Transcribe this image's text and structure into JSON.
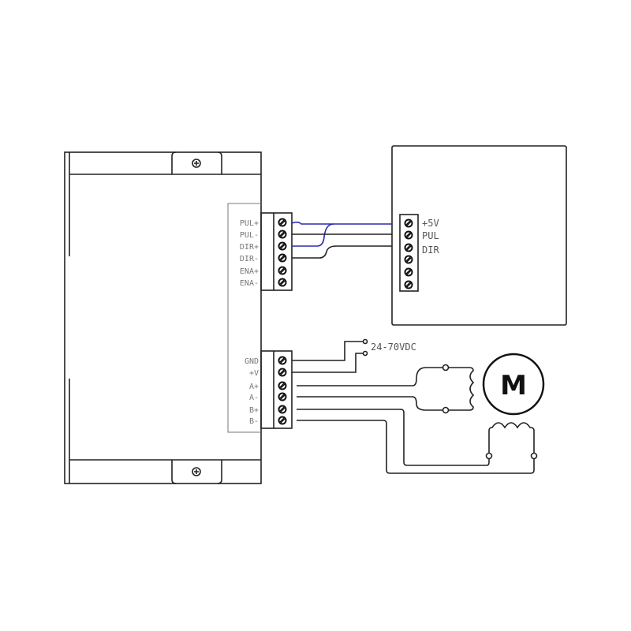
{
  "driver": {
    "signal_terminals": [
      "PUL+",
      "PUL-",
      "DIR+",
      "DIR-",
      "ENA+",
      "ENA-"
    ],
    "power_terminals": [
      "GND",
      "+V",
      "A+",
      "A-",
      "B+",
      "B-"
    ]
  },
  "controller": {
    "terminals": [
      "+5V",
      "PUL",
      "DIR"
    ]
  },
  "power_supply": {
    "label": "24-70VDC"
  },
  "motor": {
    "label": "M"
  },
  "colors": {
    "line": "#222222",
    "common_wire": "#2b2bb0",
    "label": "#777777"
  }
}
